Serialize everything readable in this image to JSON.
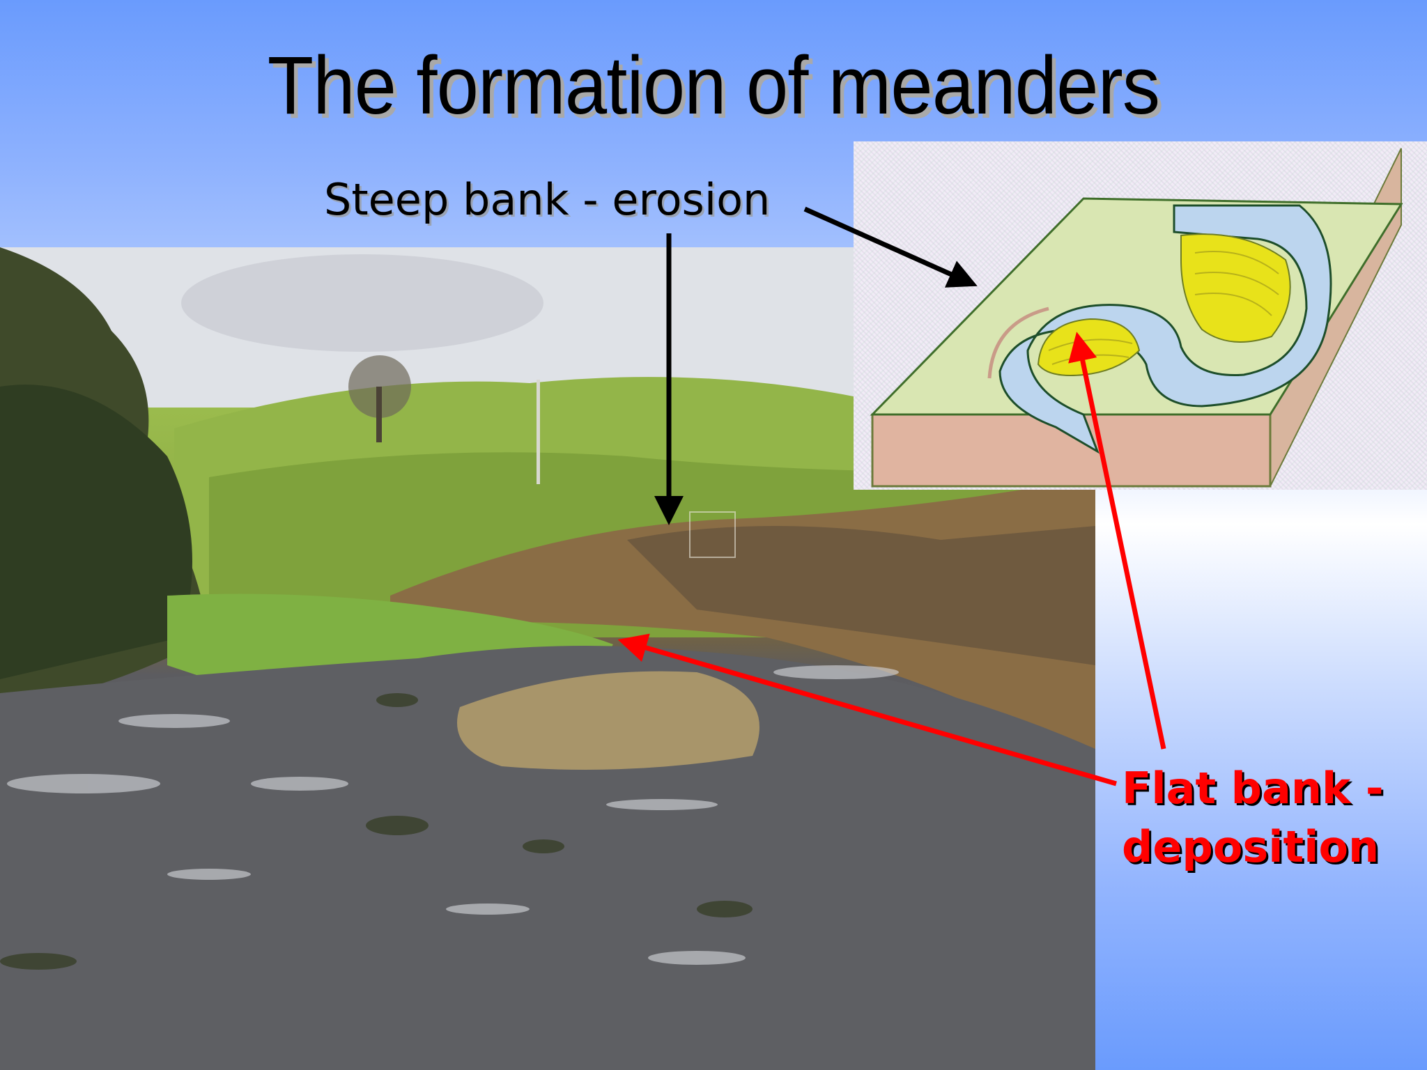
{
  "slide": {
    "title": "The formation of meanders",
    "background": {
      "top": "#6a9bfd",
      "middle": "#ffffff",
      "bottom": "#6a9bfd"
    }
  },
  "labels": {
    "steep_bank": "Steep bank - erosion",
    "flat_bank_line1": "Flat bank -",
    "flat_bank_line2": "deposition"
  },
  "colors": {
    "steep_arrow": "#000000",
    "flat_arrow": "#ff0000",
    "flat_text": "#ff0000"
  },
  "images": {
    "photo": "river-meander-photo",
    "diagram": "meander-block-diagram"
  }
}
